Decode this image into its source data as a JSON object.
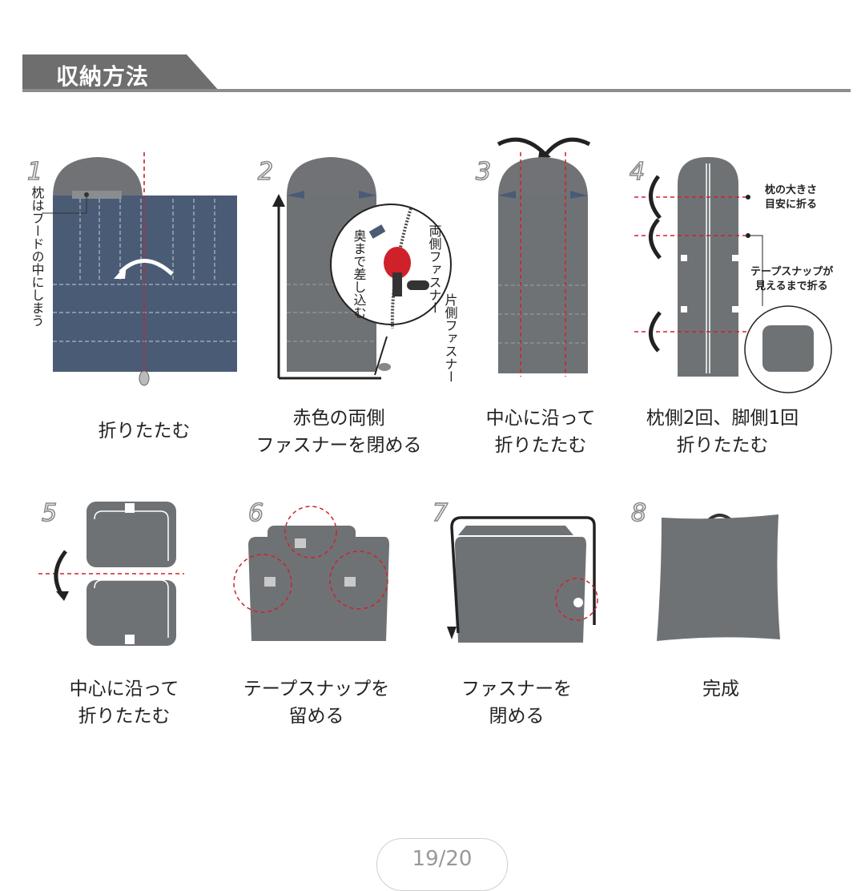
{
  "header": {
    "title": "収納方法"
  },
  "steps": [
    {
      "number": "1",
      "caption": "折りたたむ",
      "note": "枕はフードの中にしまう"
    },
    {
      "number": "2",
      "caption": "赤色の両側\nファスナーを閉める",
      "note_insert": "奥まで差し込む",
      "note_both": "両側ファスナー",
      "note_single": "片側ファスナー"
    },
    {
      "number": "3",
      "caption": "中心に沿って\n折りたたむ"
    },
    {
      "number": "4",
      "caption": "枕側2回、脚側1回\n折りたたむ",
      "note_pillow": "枕の大きさ\n目安に折る",
      "note_snap": "テープスナップが\n見えるまで折る"
    },
    {
      "number": "5",
      "caption": "中心に沿って\n折りたたむ"
    },
    {
      "number": "6",
      "caption": "テープスナップを\n留める"
    },
    {
      "number": "7",
      "caption": "ファスナーを\n閉める"
    },
    {
      "number": "8",
      "caption": "完成"
    }
  ],
  "pager": {
    "text": "19/20"
  },
  "colors": {
    "navy": "#4a5b76",
    "gray": "#6f7275",
    "red": "#d0202a",
    "header": "#6e6e6e"
  }
}
